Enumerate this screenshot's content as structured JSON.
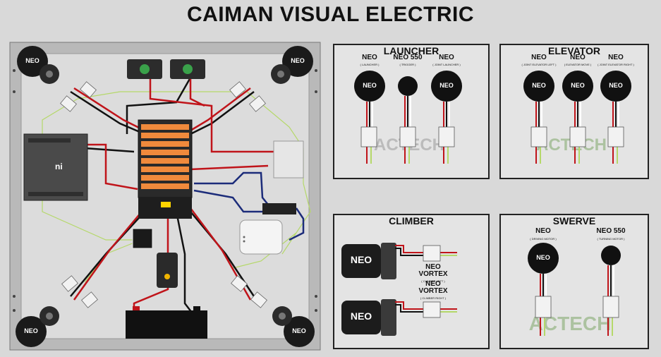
{
  "title": "CAIMAN VISUAL ELECTRIC",
  "motor_brand": "NEO",
  "watermark": "ACTECH",
  "panels": {
    "launcher": {
      "title": "LAUNCHER",
      "motors": [
        {
          "name": "NEO",
          "role": "( LAUNCHER )"
        },
        {
          "name": "NEO 550",
          "role": "( TRIGGER )"
        },
        {
          "name": "NEO",
          "role": "( JOINT LAUNCHER )"
        }
      ]
    },
    "elevator": {
      "title": "ELEVATOR",
      "motors": [
        {
          "name": "NEO",
          "role": "( JOINT ELEVATOR LEFT )"
        },
        {
          "name": "NEO",
          "role": "( ELEVATOR MOVE )"
        },
        {
          "name": "NEO",
          "role": "( JOINT ELEVATOR RIGHT )"
        }
      ]
    },
    "climber": {
      "title": "CLIMBER",
      "motors": [
        {
          "name": "NEO\nVORTEX",
          "role": "( CLIMBER LEFT )"
        },
        {
          "name": "NEO\nVORTEX",
          "role": "( CLIMBER RIGHT )"
        }
      ]
    },
    "swerve": {
      "title": "SWERVE",
      "motors": [
        {
          "name": "NEO",
          "role": "( DRIVING MOTOR )"
        },
        {
          "name": "NEO 550",
          "role": "( TURNING MOTOR )"
        }
      ]
    }
  },
  "colors": {
    "wire_red": "#c0141a",
    "wire_black": "#111111",
    "wire_yellow_green": "#b5d86a",
    "wire_navy": "#1c2c7a",
    "pdh_orange": "#f08a3c"
  }
}
